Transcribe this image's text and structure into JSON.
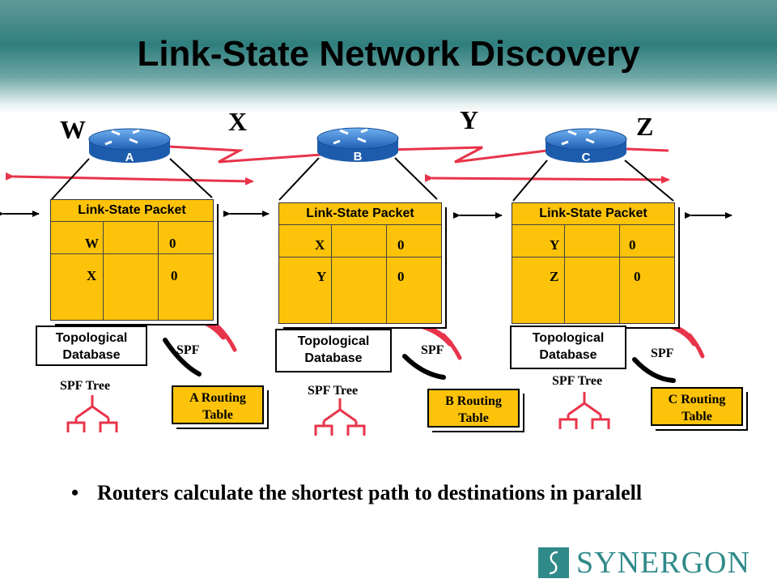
{
  "title": "Link-State Network Discovery",
  "segments": {
    "w": "W",
    "x": "X",
    "y": "Y",
    "z": "Z"
  },
  "routers": [
    {
      "label": "A",
      "packet_title": "Link-State Packet",
      "rows": [
        {
          "link": "W",
          "cost": "0"
        },
        {
          "link": "X",
          "cost": "0"
        }
      ],
      "topo_line1": "Topological",
      "topo_line2": "Database",
      "spf": "SPF",
      "spf_tree": "SPF Tree",
      "rt_line1": "A Routing",
      "rt_line2": "Table"
    },
    {
      "label": "B",
      "packet_title": "Link-State Packet",
      "rows": [
        {
          "link": "X",
          "cost": "0"
        },
        {
          "link": "Y",
          "cost": "0"
        }
      ],
      "topo_line1": "Topological",
      "topo_line2": "Database",
      "spf": "SPF",
      "spf_tree": "SPF Tree",
      "rt_line1": "B Routing",
      "rt_line2": "Table"
    },
    {
      "label": "C",
      "packet_title": "Link-State Packet",
      "rows": [
        {
          "link": "Y",
          "cost": "0"
        },
        {
          "link": "Z",
          "cost": "0"
        }
      ],
      "topo_line1": "Topological",
      "topo_line2": "Database",
      "spf": "SPF",
      "spf_tree": "SPF Tree",
      "rt_line1": "C Routing",
      "rt_line2": "Table"
    }
  ],
  "bullet": {
    "symbol": "•",
    "text": "Routers calculate the shortest path to destinations in paralell"
  },
  "logo": {
    "text": "SYNERGON"
  },
  "colors": {
    "header": "#2f7f7e",
    "packet": "#fcc30a",
    "link": "#e8344a",
    "router": "#2a6fc9",
    "logo": "#2f8a89"
  }
}
